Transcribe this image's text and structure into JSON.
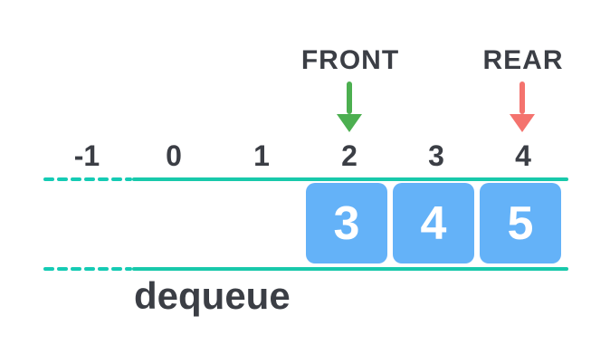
{
  "diagram": {
    "name": "queue-dequeue-operation",
    "operation_label": "dequeue",
    "pointers": {
      "front": {
        "label": "FRONT",
        "target_index": "2",
        "arrow_color": "#4caf50"
      },
      "rear": {
        "label": "REAR",
        "target_index": "4",
        "arrow_color": "#f4736e"
      }
    },
    "cells": [
      {
        "index": "-1",
        "value": ""
      },
      {
        "index": "0",
        "value": ""
      },
      {
        "index": "1",
        "value": ""
      },
      {
        "index": "2",
        "value": "3"
      },
      {
        "index": "3",
        "value": "4"
      },
      {
        "index": "4",
        "value": "5"
      }
    ],
    "colors": {
      "track_teal": "#18c9ab",
      "cell_blue": "#64b2f8",
      "front_arrow_green": "#4caf50",
      "rear_arrow_red": "#f4736e",
      "text_dark": "#3b3e45",
      "cell_value_text": "#ffffff",
      "background": "#ffffff"
    }
  }
}
